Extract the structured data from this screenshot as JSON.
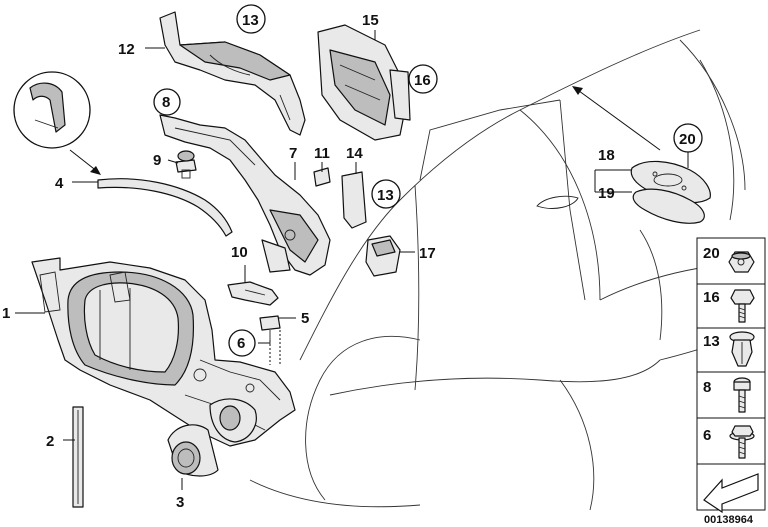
{
  "callouts": {
    "c1": "1",
    "c2": "2",
    "c3": "3",
    "c4": "4",
    "c5": "5",
    "c6": "6",
    "c7": "7",
    "c8": "8",
    "c9": "9",
    "c10": "10",
    "c11": "11",
    "c12": "12",
    "c13a": "13",
    "c13b": "13",
    "c14": "14",
    "c15": "15",
    "c16": "16",
    "c17": "17",
    "c18": "18",
    "c19": "19",
    "c20": "20"
  },
  "legend": {
    "items": [
      {
        "label": "20",
        "icon": "nut-icon"
      },
      {
        "label": "16",
        "icon": "hex-screw-icon"
      },
      {
        "label": "13",
        "icon": "expanding-rivet-icon"
      },
      {
        "label": "8",
        "icon": "bolt-icon"
      },
      {
        "label": "6",
        "icon": "flange-screw-icon"
      }
    ]
  },
  "diagram_id": "00138964"
}
